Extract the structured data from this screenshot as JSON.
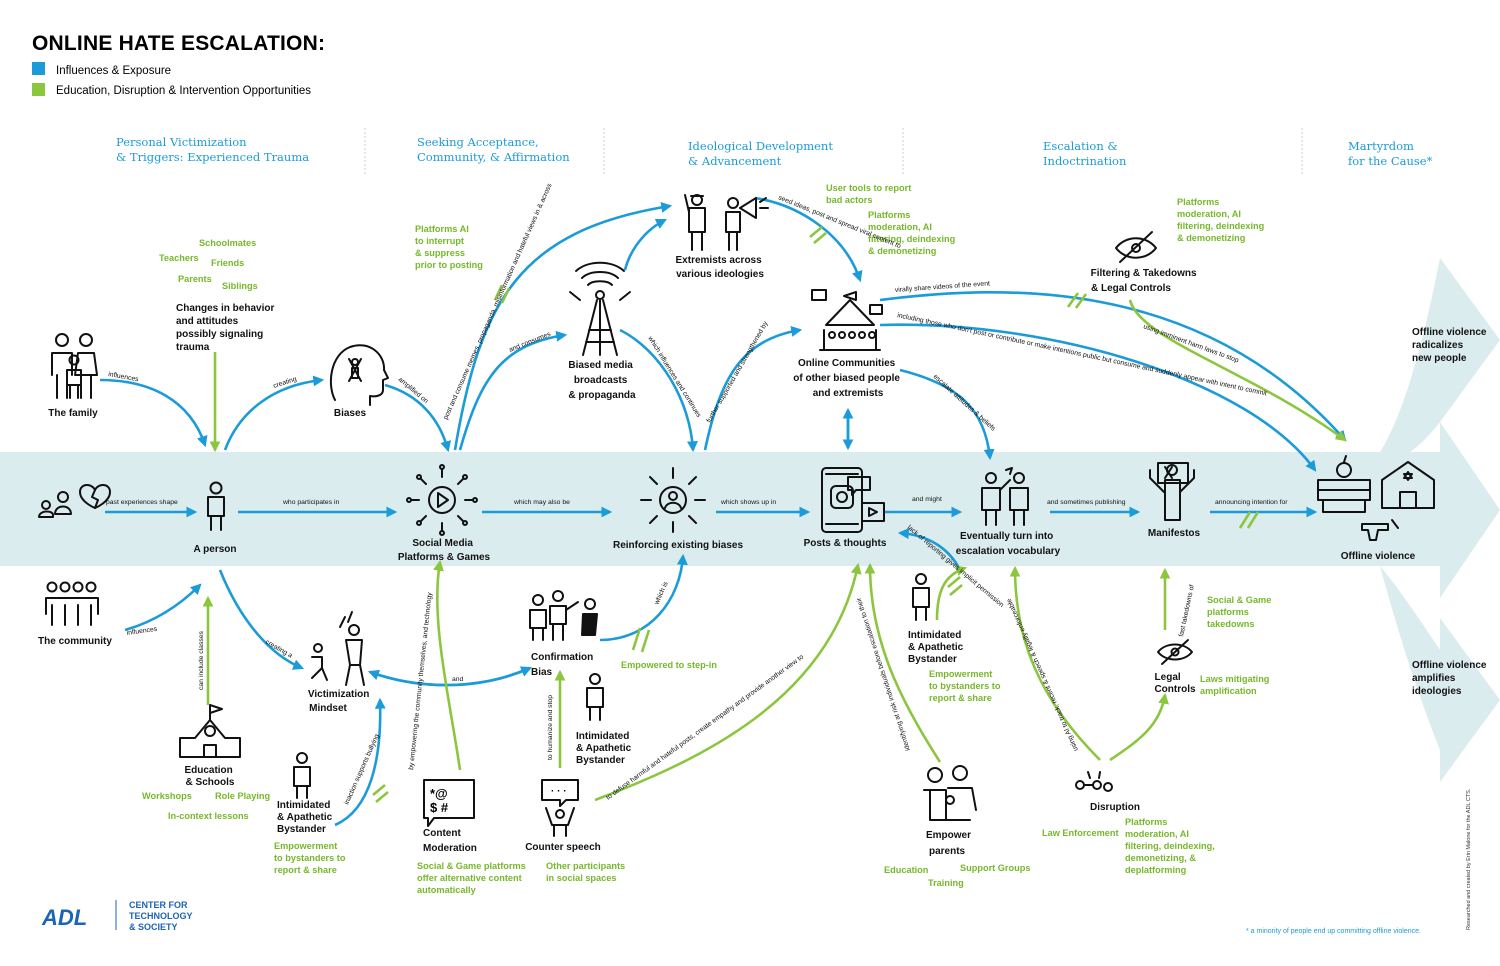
{
  "title": "ONLINE HATE ESCALATION:",
  "legend": {
    "blue_label": "Influences & Exposure",
    "green_label": "Education, Disruption & Intervention Opportunities",
    "blue": "#1b9bd7",
    "green": "#8cc63f"
  },
  "stages": {
    "s1": {
      "line1": "Personal Victimization",
      "line2": "& Triggers: Experienced Trauma"
    },
    "s2": {
      "line1": "Seeking Acceptance,",
      "line2": "Community, & Affirmation"
    },
    "s3": {
      "line1": "Ideological Development",
      "line2": "& Advancement"
    },
    "s4": {
      "line1": "Escalation &",
      "line2": "Indoctrination"
    },
    "s5": {
      "line1": "Martyrdom",
      "line2": "for the Cause*"
    }
  },
  "nodes": {
    "family": "The family",
    "person": "A person",
    "biases": "Biases",
    "changes": [
      "Changes in behavior",
      "and attitudes",
      "possibly signaling",
      "trauma"
    ],
    "social": [
      "Social Media",
      "Platforms & Games"
    ],
    "reinforcing": "Reinforcing existing biases",
    "media": [
      "Biased media",
      "broadcasts",
      "& propaganda"
    ],
    "extremists": [
      "Extremists across",
      "various ideologies"
    ],
    "online": [
      "Online Communities",
      "of other biased people",
      "and extremists"
    ],
    "posts": "Posts & thoughts",
    "eventually": [
      "Eventually turn into",
      "escalation vocabulary"
    ],
    "manifestos": "Manifestos",
    "offline": "Offline violence",
    "filtering": [
      "Filtering & Takedowns",
      "& Legal Controls"
    ],
    "community": "The community",
    "education": [
      "Education",
      "& Schools"
    ],
    "victim": [
      "Victimization",
      "Mindset"
    ],
    "bystander1": [
      "Intimidated",
      "& Apathetic",
      "Bystander"
    ],
    "bystander2": [
      "Intimidated",
      "& Apathetic",
      "Bystander"
    ],
    "bystander3": [
      "Intimidated",
      "& Apathetic",
      "Bystander"
    ],
    "content_mod": [
      "Content",
      "Moderation"
    ],
    "confirmation": [
      "Confirmation",
      "Bias"
    ],
    "counter": "Counter speech",
    "empower": [
      "Empower",
      "parents"
    ],
    "disruption": "Disruption",
    "legal": [
      "Legal",
      "Controls"
    ],
    "radicalizes": [
      "Offline violence",
      "radicalizes",
      "new people"
    ],
    "amplifies": [
      "Offline violence",
      "amplifies",
      "ideologies"
    ]
  },
  "green_labels": {
    "schoolmates": "Schoolmates",
    "teachers": "Teachers",
    "friends": "Friends",
    "parents": "Parents",
    "siblings": "Siblings",
    "platforms_ai": [
      "Platforms AI",
      "to interrupt",
      "& suppress",
      "prior to posting"
    ],
    "user_tools": [
      "User tools to report",
      "bad actors"
    ],
    "platforms_mod1": [
      "Platforms",
      "moderation, AI",
      "filtering, deindexing",
      "& demonetizing"
    ],
    "platforms_mod2": [
      "Platforms",
      "moderation, AI",
      "filtering, deindexing",
      "& demonetizing"
    ],
    "workshops": "Workshops",
    "role_playing": "Role Playing",
    "in_context": "In-context lessons",
    "empowerment1": [
      "Empowerment",
      "to bystanders to",
      "report & share"
    ],
    "empowerment2": [
      "Empowerment",
      "to bystanders to",
      "report & share"
    ],
    "social_game": [
      "Social & Game platforms",
      "offer alternative content",
      "automatically"
    ],
    "other_participants": [
      "Other participants",
      "in social spaces"
    ],
    "empowered": "Empowered to step-in",
    "education": "Education",
    "training": "Training",
    "support_groups": "Support Groups",
    "law_enforcement": "Law Enforcement",
    "platforms_mod3": [
      "Platforms",
      "moderation, AI",
      "filtering, deindexing,",
      "demonetizing, &",
      "deplatforming"
    ],
    "social_game_takedowns": [
      "Social & Game",
      "platforms",
      "takedowns"
    ],
    "laws_mitigating": [
      "Laws mitigating",
      "amplification"
    ]
  },
  "edge_labels": {
    "influences": "influences",
    "past_experiences": "past experiences shape",
    "who_participates": "who participates in",
    "creating1": "creating",
    "amplified_on": "amplified on",
    "which_may_also_be": "which may also be",
    "which_shows_up_in": "which shows up in",
    "and_might": "and might",
    "and_sometimes_publishing": "and sometimes publishing",
    "announcing": "announcing intention for",
    "and_consumes": "and consumes",
    "post_and_consume": "post and consume memes, propaganda, misinformation and hateful views in & across",
    "which_influences": "which influences and continues",
    "further_supported": "further supported and strengthened by",
    "seed_ideas": "seed ideas, post and spread viral content to",
    "virally_share": "virally share videos of the event",
    "including_those": "including those who don't post or contribute or make intentions public but consume and suddenly appear with intent to commit",
    "escalate": "escalate attitudes & beliefs",
    "using_imminent": "using imminent harm laws to stop",
    "lack_of_reporting": "lack of reporting gives implicit permission",
    "influences2": "influences",
    "can_include": "can include classes",
    "creating2": "creating a",
    "and": "and",
    "inaction": "inaction supports bullying",
    "by_empowering": "by empowering the community themselves, and technology",
    "which_is": "which is",
    "to_humanize": "to humanize and stop",
    "to_defuse": "to defuse harmful and hateful posts, create empathy and provide another view to",
    "identifying": "identifying at risk individuals before escalation to their",
    "using_ai": "using AI to track, recent & speech & legally enforceable",
    "fast_takedowns": "fast takedowns of"
  },
  "footnote": "* a minority of people end up committing offline violence.",
  "credit": "Researched and created by Erin Malone for the ADL CTS.",
  "logo": {
    "brand": "ADL",
    "line1": "CENTER FOR",
    "line2": "TECHNOLOGY",
    "line3": "& SOCIETY"
  }
}
